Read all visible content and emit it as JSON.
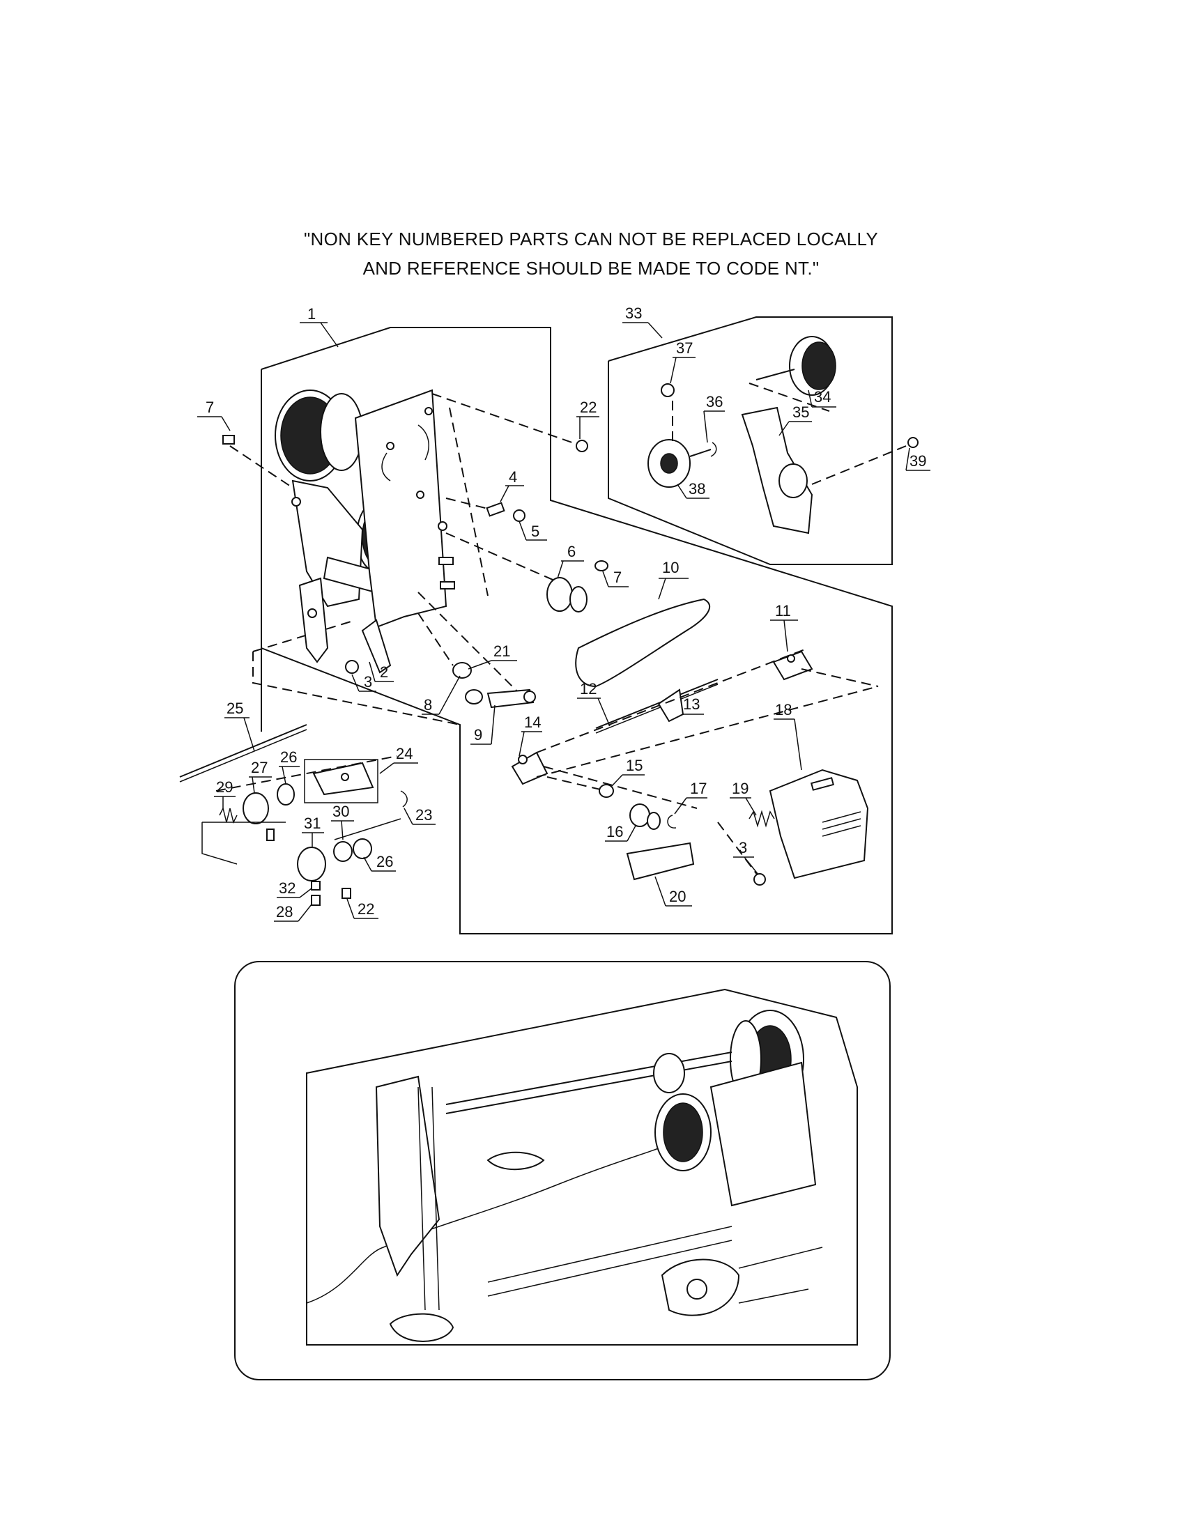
{
  "note": {
    "line1": "\"NON KEY NUMBERED PARTS CAN NOT BE REPLACED LOCALLY",
    "line2": "AND REFERENCE SHOULD BE MADE TO CODE NT.\""
  },
  "callouts": {
    "c1": "1",
    "c2": "2",
    "c3": "3",
    "c3b": "3",
    "c4": "4",
    "c5": "5",
    "c6": "6",
    "c7": "7",
    "c7b": "7",
    "c8": "8",
    "c9": "9",
    "c10": "10",
    "c11": "11",
    "c12": "12",
    "c13": "13",
    "c14": "14",
    "c15": "15",
    "c16": "16",
    "c17": "17",
    "c18": "18",
    "c19": "19",
    "c20": "20",
    "c21": "21",
    "c22": "22",
    "c22b": "22",
    "c23": "23",
    "c24": "24",
    "c25": "25",
    "c26": "26",
    "c26b": "26",
    "c27": "27",
    "c28": "28",
    "c29": "29",
    "c30": "30",
    "c31": "31",
    "c32": "32",
    "c33": "33",
    "c34": "34",
    "c35": "35",
    "c36": "36",
    "c37": "37",
    "c38": "38",
    "c39": "39"
  }
}
